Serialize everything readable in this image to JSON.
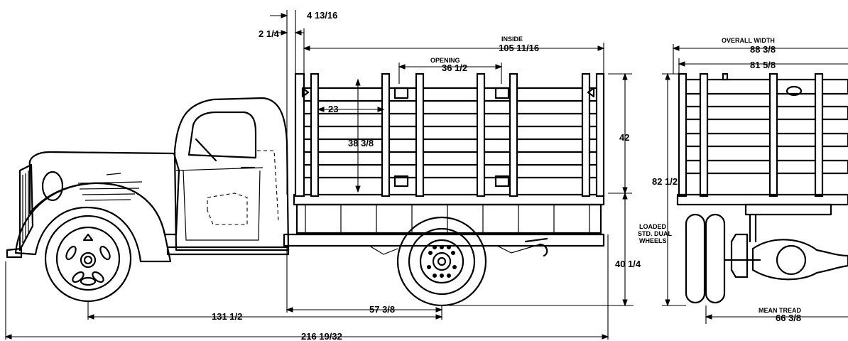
{
  "labels": {
    "front_overhang": "2 1/4",
    "rear_gap": "4 13/16",
    "inside": "INSIDE",
    "inside_length": "105 11/16",
    "opening": "OPENING",
    "opening_width": "36 1/2",
    "stake_spacing": "23",
    "rack_height": "38 3/8",
    "side_height": "42",
    "overall_width": "OVERALL WIDTH",
    "overall_width_value": "88 3/8",
    "body_width": "81 5/8",
    "overall_height": "82 1/2",
    "loaded_1": "LOADED",
    "loaded_2": "STD. DUAL",
    "loaded_3": "WHEELS",
    "floor_height": "40 1/4",
    "mean_tread": "MEAN TREAD",
    "mean_tread_value": "66 3/8",
    "rear_axle_to_body": "57 3/8",
    "wheelbase": "131 1/2",
    "overall_length": "216 19/32"
  }
}
